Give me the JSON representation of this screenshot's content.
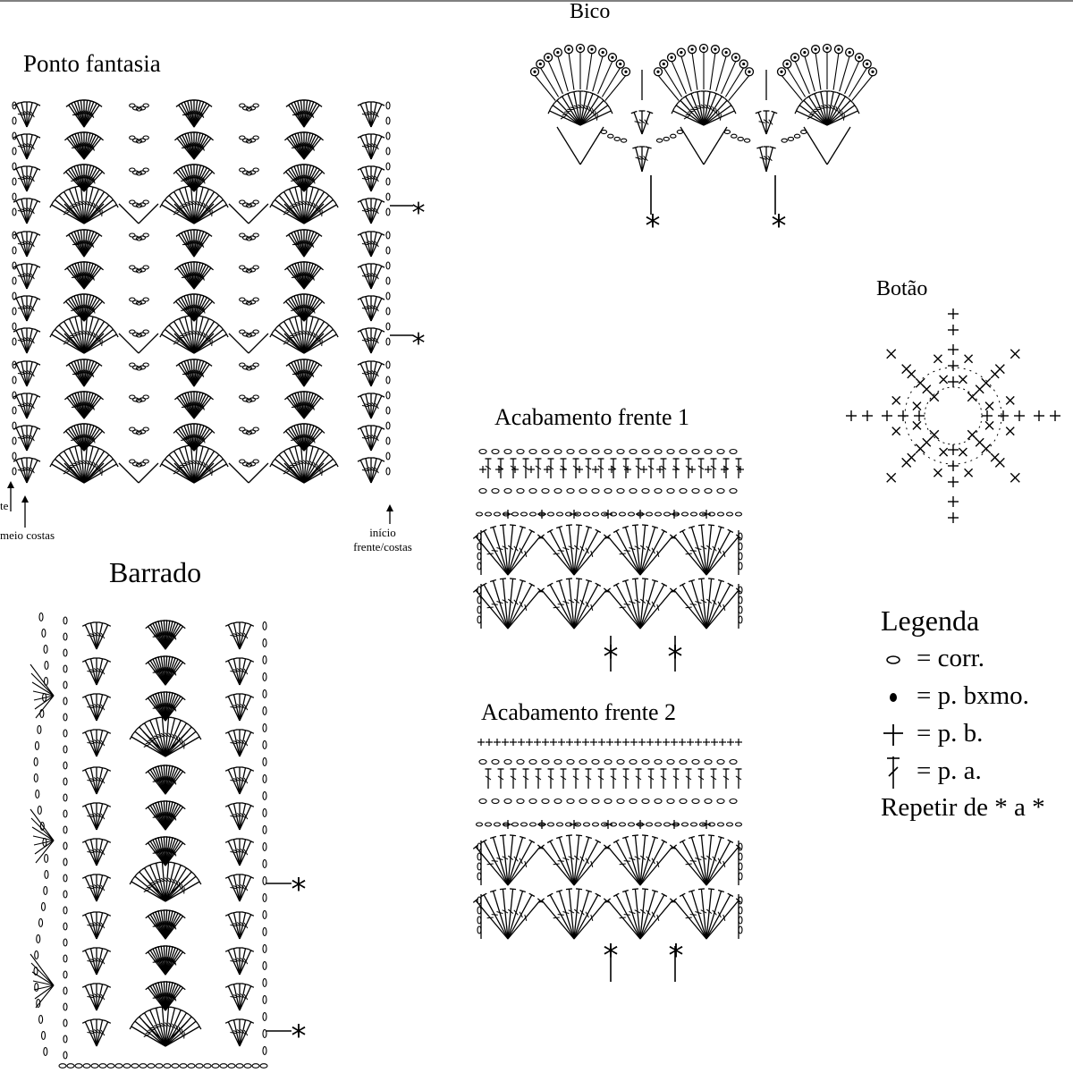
{
  "titles": {
    "ponto": "Ponto fantasia",
    "barrado": "Barrado",
    "bico": "Bico",
    "botao": "Botão",
    "acabamento1": "Acabamento frente 1",
    "acabamento2": "Acabamento frente 2"
  },
  "notes": {
    "frente": "te",
    "meio_costas": "meio costas",
    "inicio": "início",
    "frente_costas": "frente/costas"
  },
  "legend": {
    "title": "Legenda",
    "items": [
      {
        "symbol": "chain-oval",
        "label": "= corr."
      },
      {
        "symbol": "slip-dot",
        "label": "= p. bxmo."
      },
      {
        "symbol": "single-cross",
        "label": "= p. b."
      },
      {
        "symbol": "double-stitch",
        "label": "= p. a."
      }
    ],
    "repeat": "Repetir de * a *"
  },
  "repeat_mark": "*"
}
